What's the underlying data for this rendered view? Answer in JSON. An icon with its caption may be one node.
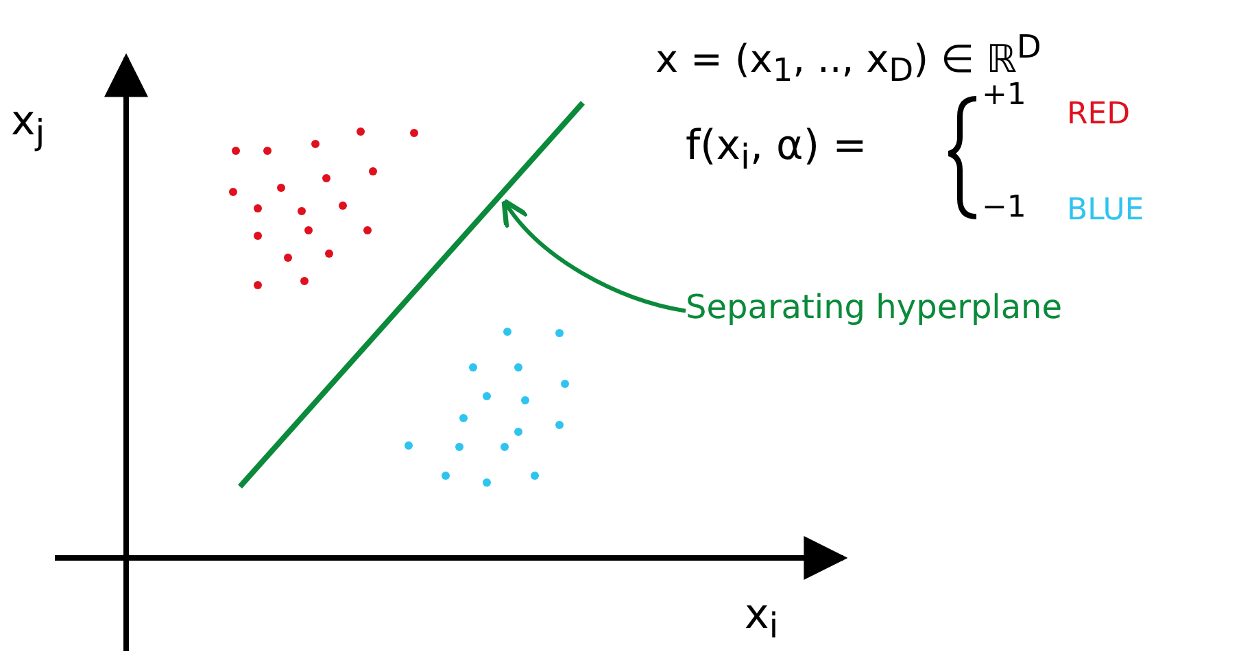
{
  "diagram": {
    "nodes": [
      {
        "text": [
          "Separating hyperplane"
        ]
      },
      {
        "text": [],
        "shape": "line"
      }
    ],
    "edges": [
      {
        "from": 0,
        "to": 1,
        "arrow": "to"
      }
    ],
    "labels": [
      "x$_{j}$",
      "x$_{i}$",
      "x = (x$_{1}$, .., x$_{D}$) ∈ ℝ$^{D}$",
      "f(x$_{i}$, α) =",
      "+1",
      "RED",
      "−1",
      "BLUE"
    ]
  }
}
